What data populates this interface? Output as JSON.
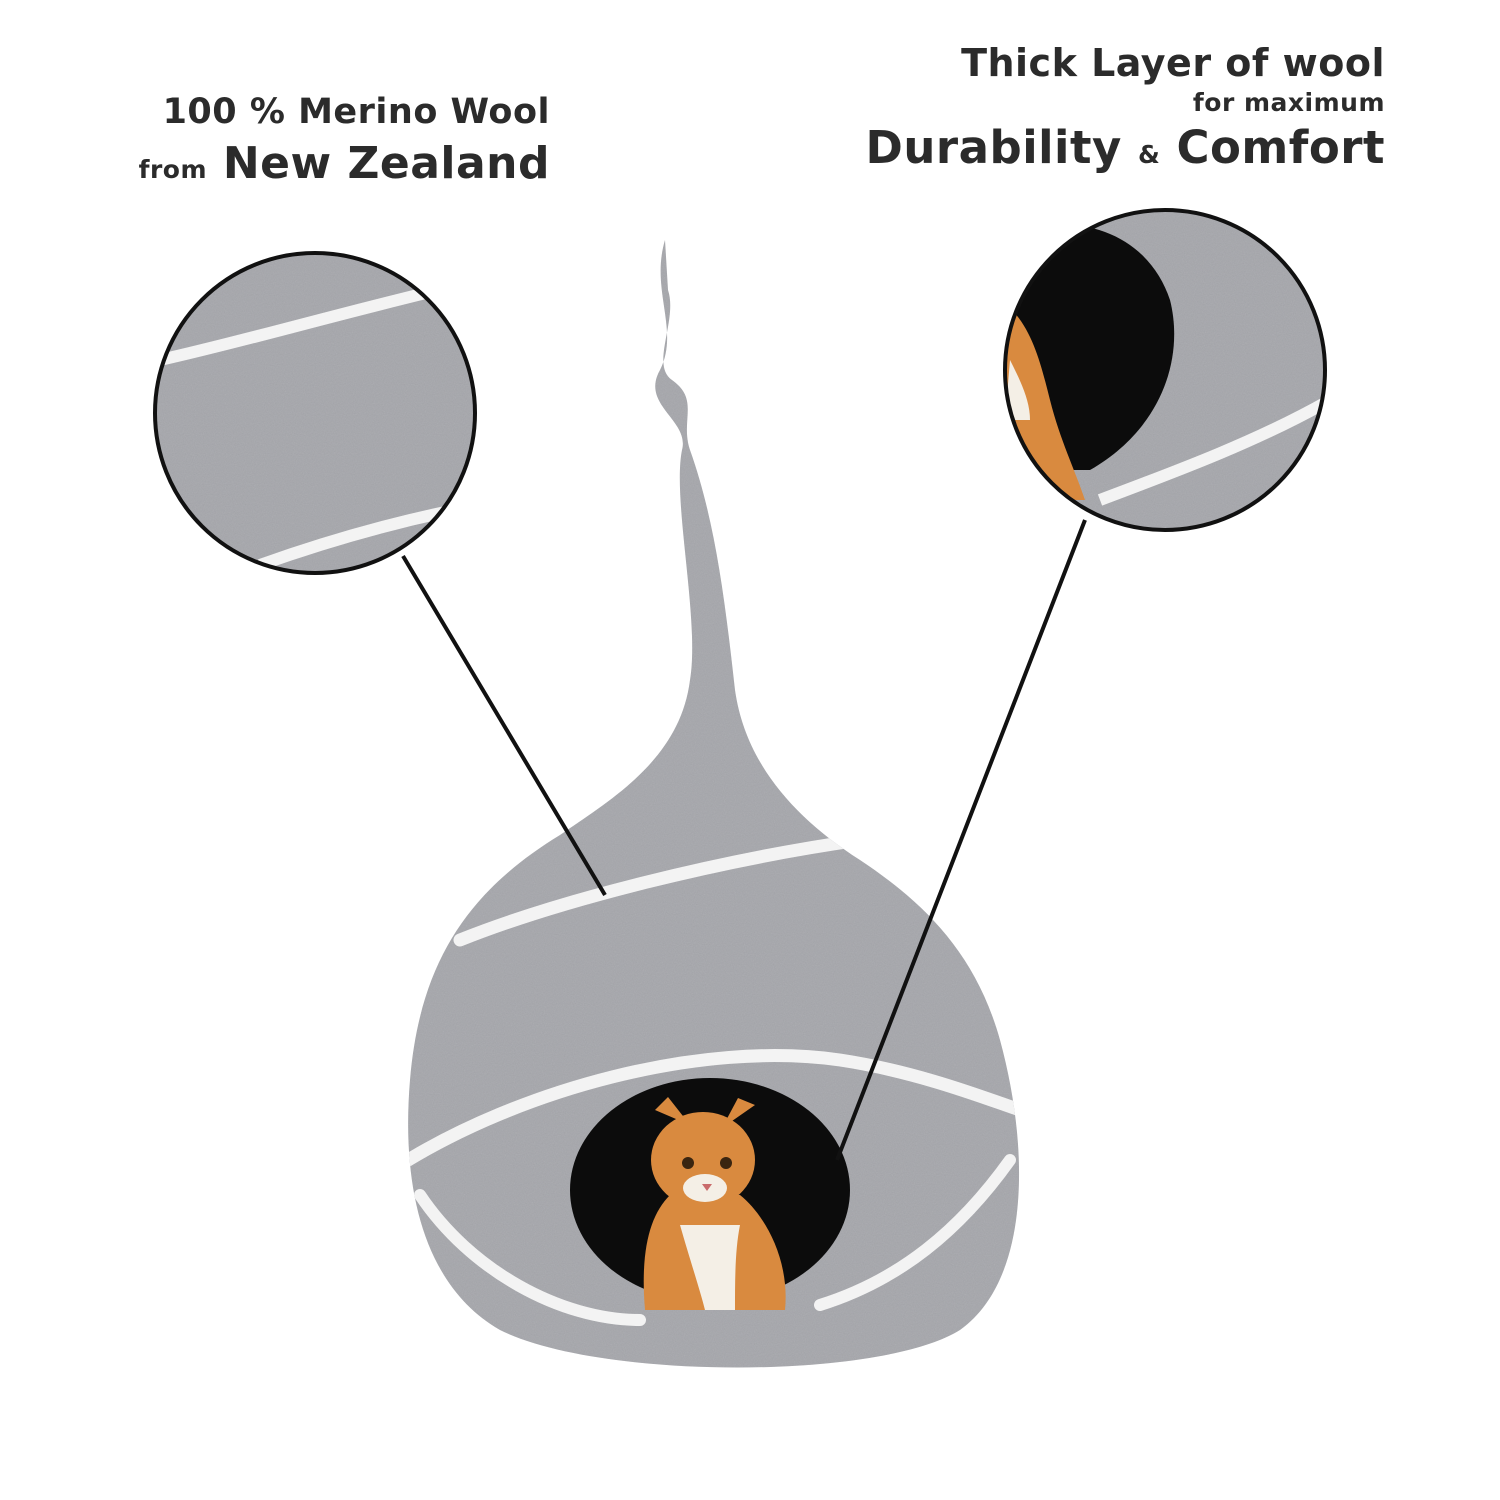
{
  "left_caption": {
    "line1": "100 % Merino Wool",
    "line2_prefix": "from",
    "line2_emphasis": "New Zealand"
  },
  "right_caption": {
    "line1": "Thick Layer of wool",
    "line2": "for maximum",
    "line3_a": "Durability",
    "line3_amp": "&",
    "line3_b": "Comfort"
  },
  "colors": {
    "felt": "#a5a6ab",
    "felt_dark": "#8f9095",
    "stripe": "#f3f3f3",
    "opening": "#0c0c0c",
    "cat": "#d98a3f",
    "cat_white": "#f4efe6",
    "callout_line": "#111111"
  },
  "icons": [
    "cat-cave-illustration",
    "zoom-circle-texture",
    "zoom-circle-opening",
    "cat-illustration"
  ]
}
